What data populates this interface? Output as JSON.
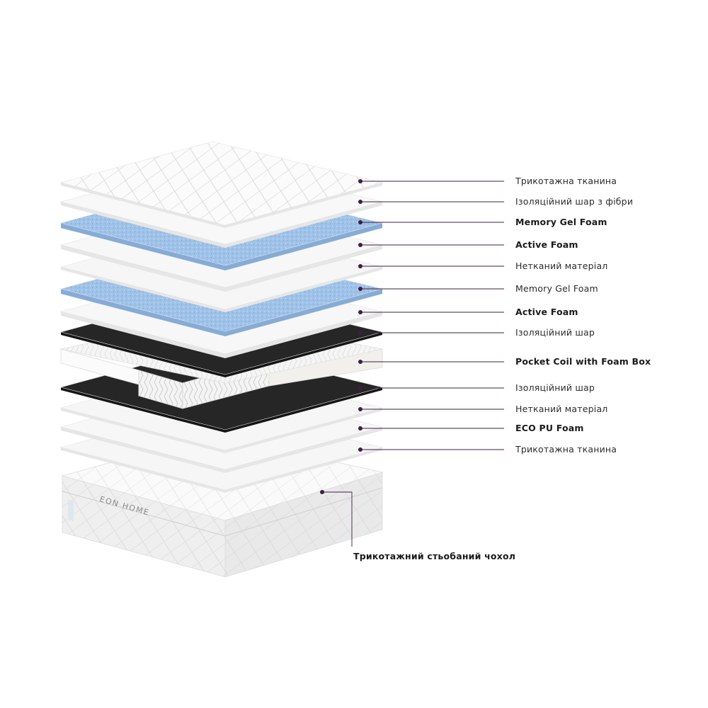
{
  "brand": "EON HOME",
  "colors": {
    "leader": "#3d1f3f",
    "white_layer": "#f7f7f7",
    "gel_layer": "#9cc0e6",
    "dark_layer": "#262626"
  },
  "callouts": [
    {
      "id": "knit-fabric-top",
      "text": "Трикотажна тканина",
      "bold": false,
      "layer": "knit"
    },
    {
      "id": "fiber-insulation",
      "text": "Ізоляційний шар з фібри",
      "bold": false,
      "layer": "fiber"
    },
    {
      "id": "memory-gel-foam-1",
      "text": "Memory Gel Foam",
      "bold": true,
      "layer": "gel"
    },
    {
      "id": "active-foam-1",
      "text": "Active Foam",
      "bold": true,
      "layer": "foam"
    },
    {
      "id": "nonwoven-1",
      "text": "Нетканий матеріал",
      "bold": false,
      "layer": "foam"
    },
    {
      "id": "memory-gel-foam-2",
      "text": "Memory Gel Foam",
      "bold": false,
      "layer": "gel"
    },
    {
      "id": "active-foam-2",
      "text": "Active Foam",
      "bold": true,
      "layer": "foam"
    },
    {
      "id": "insulation-1",
      "text": "Ізоляційний шар",
      "bold": false,
      "layer": "dark"
    },
    {
      "id": "pocket-coil",
      "text": "Pocket Coil with Foam Box",
      "bold": true,
      "layer": "coil"
    },
    {
      "id": "insulation-2",
      "text": "Ізоляційний шар",
      "bold": false,
      "layer": "dark"
    },
    {
      "id": "nonwoven-2",
      "text": "Нетканий матеріал",
      "bold": false,
      "layer": "foam"
    },
    {
      "id": "eco-pu-foam",
      "text": "ECO PU Foam",
      "bold": true,
      "layer": "foam"
    },
    {
      "id": "knit-fabric-bottom",
      "text": "Трикотажна тканина",
      "bold": false,
      "layer": "foam"
    }
  ],
  "cover_callout": {
    "id": "quilted-cover",
    "text": "Трикотажний стьобаний чохол",
    "bold": true
  }
}
